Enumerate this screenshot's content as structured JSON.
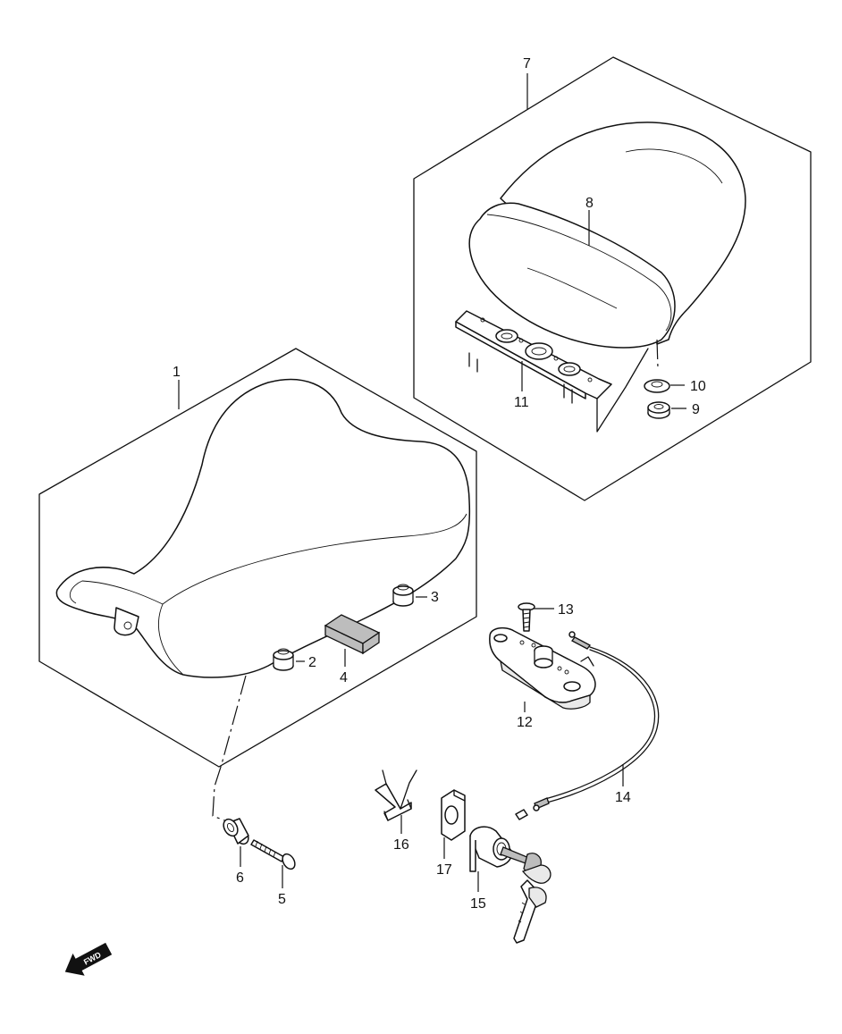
{
  "labels": {
    "p1": "1",
    "p2": "2",
    "p3": "3",
    "p4": "4",
    "p5": "5",
    "p6": "6",
    "p7": "7",
    "p8": "8",
    "p9": "9",
    "p10": "10",
    "p11": "11",
    "p12": "12",
    "p13": "13",
    "p14": "14",
    "p15": "15",
    "p16": "16",
    "p17": "17"
  },
  "direction_indicator": {
    "text": "FWD",
    "icon": "forward-arrow-icon"
  }
}
